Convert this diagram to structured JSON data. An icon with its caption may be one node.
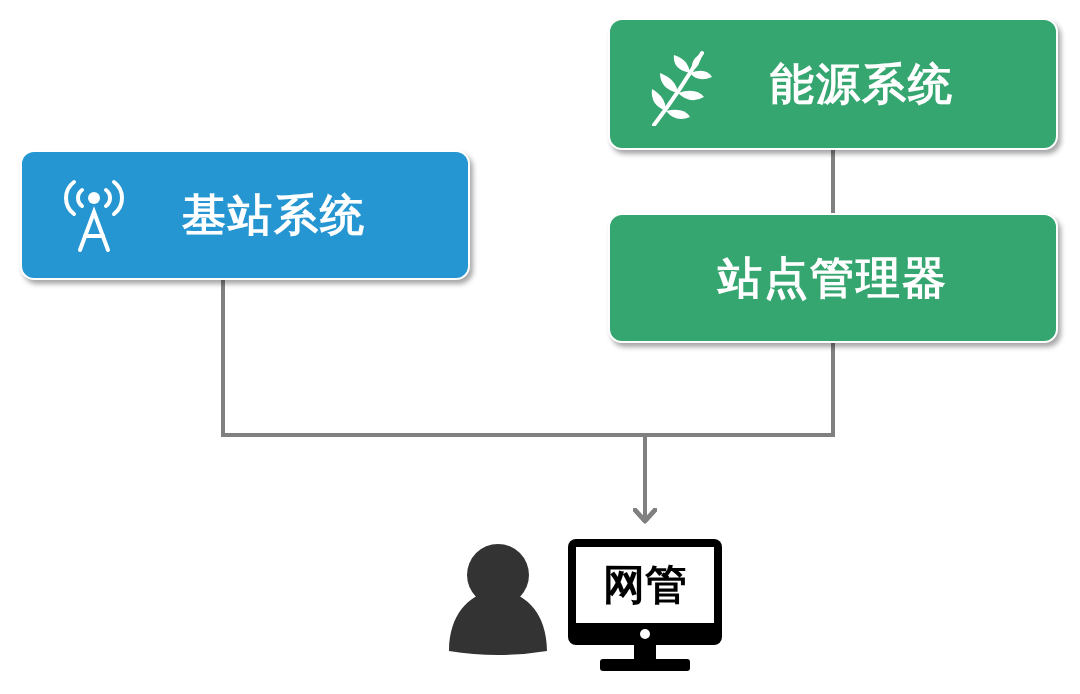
{
  "diagram": {
    "nodes": [
      {
        "text": [
          "基站系统"
        ]
      },
      {
        "text": [
          "能源系统"
        ]
      },
      {
        "text": [
          "站点管理器"
        ]
      },
      {
        "text": [
          "网管"
        ]
      }
    ],
    "edges": [
      {
        "from": 0,
        "to": 3,
        "arrow": "to"
      },
      {
        "from": 2,
        "to": 3,
        "arrow": "to"
      },
      {
        "from": 1,
        "to": 2,
        "arrow": "none"
      }
    ]
  }
}
